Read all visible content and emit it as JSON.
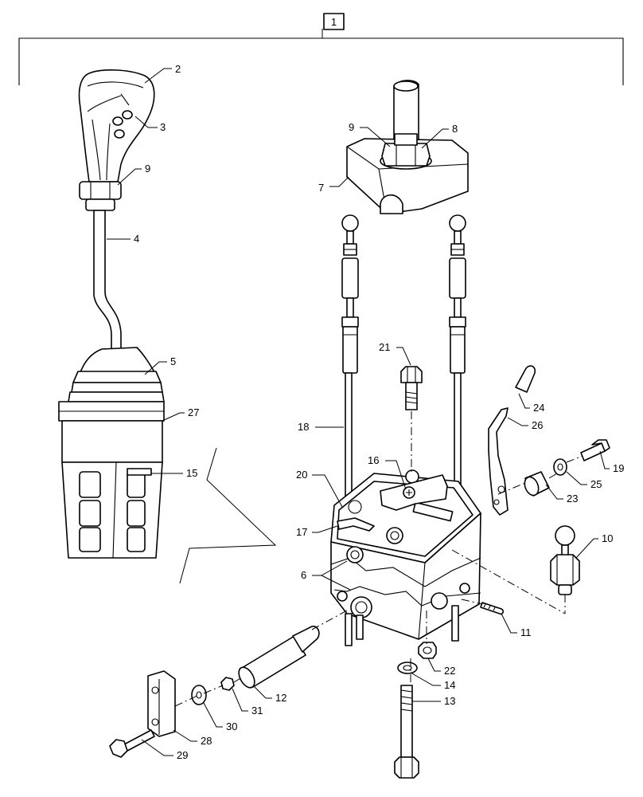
{
  "assembly_label": "1",
  "callouts": {
    "c2": "2",
    "c3": "3",
    "c9a": "9",
    "c4": "4",
    "c5": "5",
    "c27": "27",
    "c15": "15",
    "c9b": "9",
    "c8": "8",
    "c7": "7",
    "c21": "21",
    "c24": "24",
    "c26": "26",
    "c18": "18",
    "c16": "16",
    "c20": "20",
    "c19": "19",
    "c25": "25",
    "c23": "23",
    "c17": "17",
    "c10": "10",
    "c6": "6",
    "c11": "11",
    "c22": "22",
    "c14": "14",
    "c13": "13",
    "c12": "12",
    "c31": "31",
    "c30": "30",
    "c28": "28",
    "c29": "29"
  }
}
